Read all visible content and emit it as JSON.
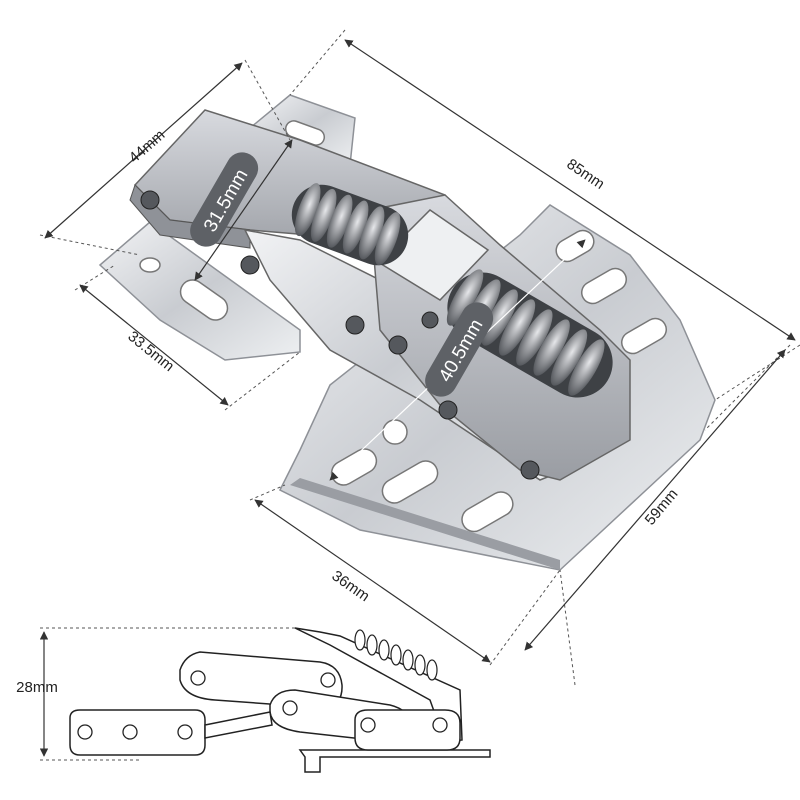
{
  "dimensions": {
    "width_44": "44mm",
    "length_85": "85mm",
    "plate_33_5": "33.5mm",
    "plate_36": "36mm",
    "depth_59": "59mm",
    "spring_31_5": "31.5mm",
    "spring_40_5": "40.5mm",
    "height_28": "28mm"
  },
  "colors": {
    "metal_light": "#e4e6ea",
    "metal_mid": "#b9bcc2",
    "metal_dark": "#6e7177",
    "spring": "#8c8f94",
    "pill_bg": "#5e6166",
    "dim_line": "#333333"
  }
}
